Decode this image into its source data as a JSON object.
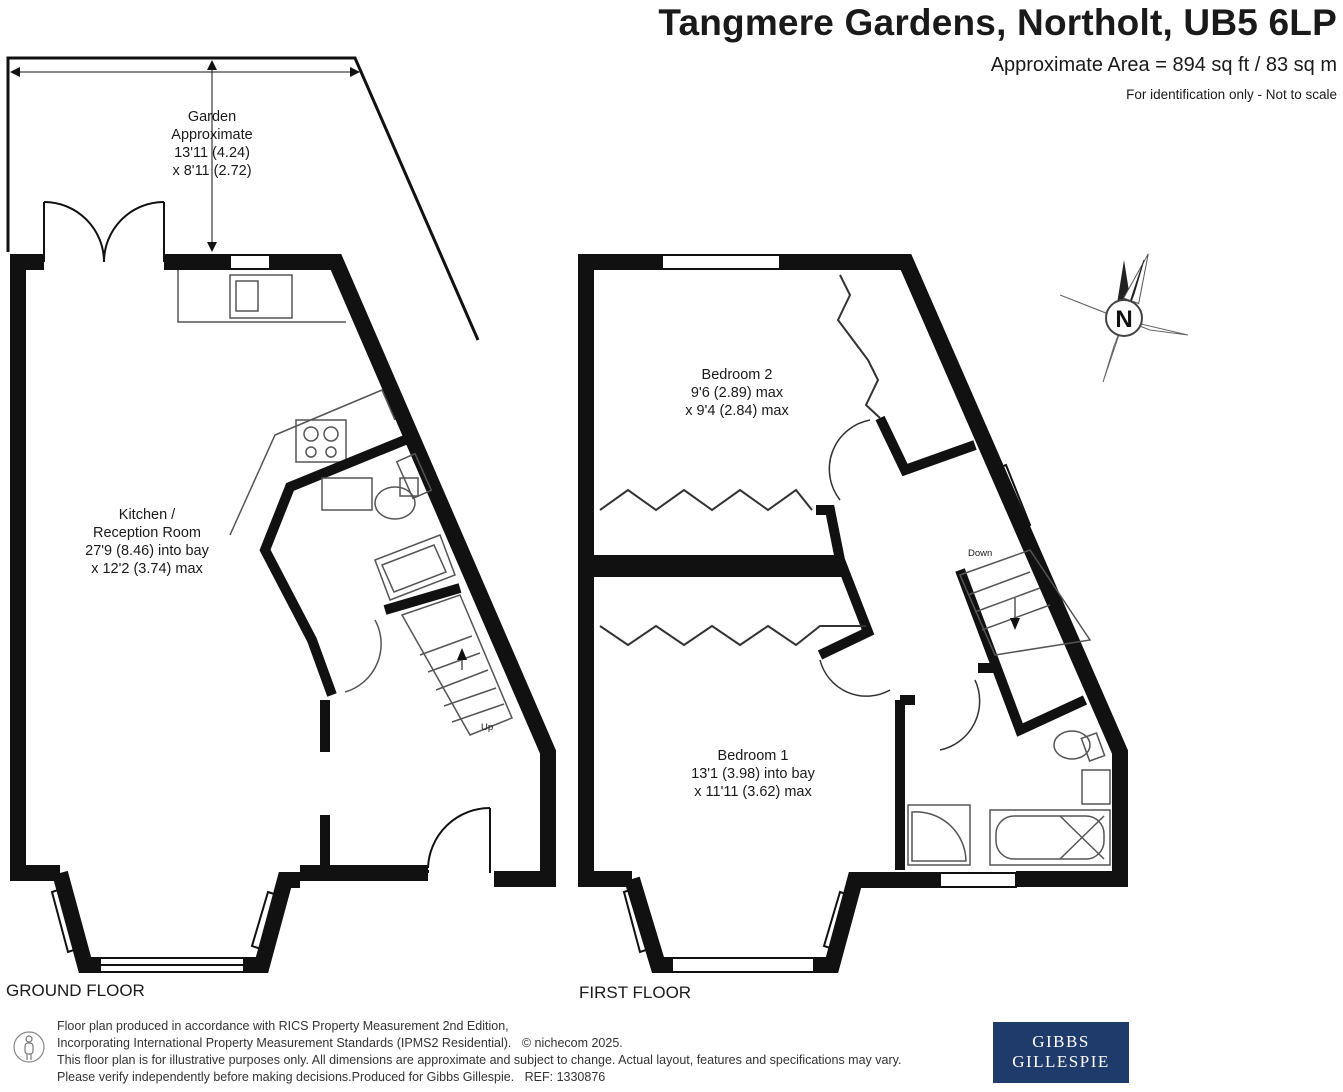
{
  "header": {
    "title": "Tangmere Gardens, Northolt, UB5 6LP",
    "area": "Approximate Area = 894 sq ft / 83 sq m",
    "identification": "For identification only - Not to scale"
  },
  "compass": {
    "letter": "N"
  },
  "ground_floor": {
    "label": "GROUND FLOOR",
    "garden": {
      "name": "Garden",
      "line2": "Approximate",
      "dim1": "13'11 (4.24)",
      "dim2": "x 8'11 (2.72)"
    },
    "kitchen": {
      "name1": "Kitchen /",
      "name2": "Reception Room",
      "dim1": "27'9 (8.46) into bay",
      "dim2": "x 12'2 (3.74) max"
    },
    "stairs_label": "Up"
  },
  "first_floor": {
    "label": "FIRST FLOOR",
    "bedroom2": {
      "name": "Bedroom 2",
      "dim1": "9'6 (2.89) max",
      "dim2": "x 9'4 (2.84) max"
    },
    "bedroom1": {
      "name": "Bedroom 1",
      "dim1": "13'1 (3.98) into bay",
      "dim2": "x 11'11 (3.62) max"
    },
    "stairs_label": "Down"
  },
  "footer": {
    "line1": "Floor plan produced in accordance with RICS Property Measurement 2nd Edition,",
    "line2": "Incorporating International Property Measurement Standards (IPMS2 Residential).",
    "copyright": "© nichecom 2025.",
    "line3": "This floor plan is for illustrative purposes only. All dimensions are approximate and subject to change. Actual layout, features and specifications may vary.",
    "line4": "Please verify independently before making decisions.Produced for Gibbs Gillespie.",
    "ref": "REF:  1330876"
  },
  "logo": {
    "line1": "GIBBS",
    "line2": "GILLESPIE"
  },
  "colors": {
    "wall": "#111111",
    "fixture": "#555555",
    "logo_bg": "#1f3b6b"
  }
}
